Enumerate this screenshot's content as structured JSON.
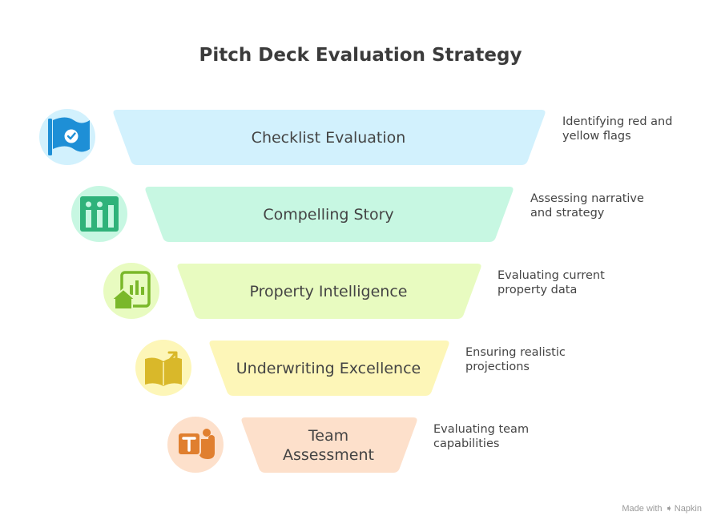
{
  "title": "Pitch Deck Evaluation Strategy",
  "stages": [
    {
      "label": "Checklist Evaluation",
      "description": "Identifying red and yellow flags",
      "icon": "flag-check-icon",
      "fill": "#d2f1fd",
      "circle": "#d2f1fd",
      "icon_color": "#1e8fd6"
    },
    {
      "label": "Compelling Story",
      "description": "Assessing narrative and strategy",
      "icon": "people-columns-icon",
      "fill": "#c7f7e2",
      "circle": "#c7f7e2",
      "icon_color": "#2fb27a"
    },
    {
      "label": "Property Intelligence",
      "description": "Evaluating current property data",
      "icon": "house-chart-icon",
      "fill": "#e8fbc0",
      "circle": "#e8fbc0",
      "icon_color": "#7ab82a"
    },
    {
      "label": "Underwriting Excellence",
      "description": "Ensuring realistic projections",
      "icon": "book-growth-icon",
      "fill": "#fdf6b8",
      "circle": "#fdf6b8",
      "icon_color": "#d9b82a"
    },
    {
      "label": "Team Assessment",
      "description": "Evaluating team capabilities",
      "icon": "teams-icon",
      "fill": "#fde0cb",
      "circle": "#fde0cb",
      "icon_color": "#e07f2f"
    }
  ],
  "footer": {
    "made_with": "Made with",
    "brand": "Napkin"
  }
}
